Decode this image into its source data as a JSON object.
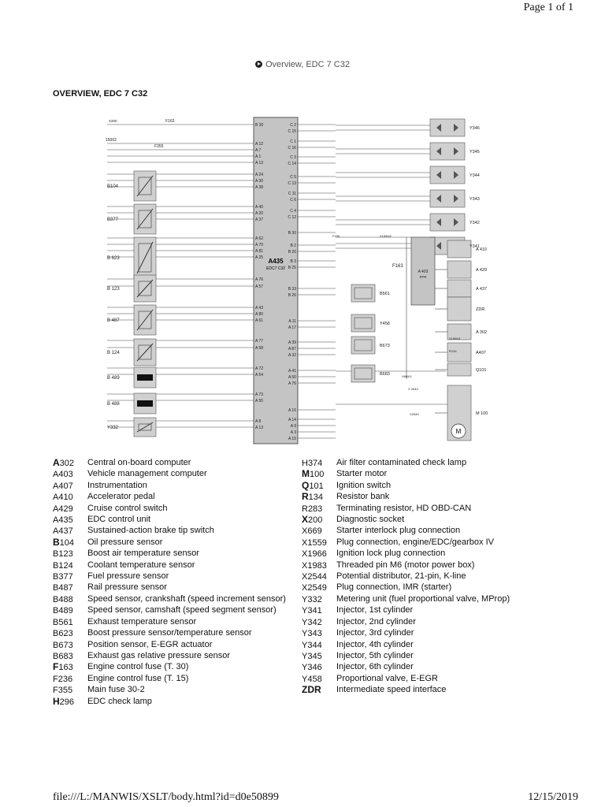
{
  "page": "Page 1 of 1",
  "breadcrumb": "Overview, EDC 7 C32",
  "heading": "OVERVIEW, EDC 7 C32",
  "footer": {
    "path": "file:///L:/MANWIS/XSLT/body.html?id=d0e50899",
    "date": "12/15/2019"
  },
  "diagram": {
    "ecu_label": "A435",
    "ecu_sublabel": "EDC7 C32",
    "ecu_pins_left": [
      "B 30",
      "A 12",
      "A 7",
      "A 1",
      "A 13",
      "A 24",
      "A 30",
      "A 38",
      "A 40",
      "A 20",
      "A 37",
      "A 62",
      "A 70",
      "A 81",
      "A 25",
      "A 76",
      "A 57",
      "A 43",
      "A 80",
      "A 61",
      "A 77",
      "A 58",
      "A 72",
      "A 54",
      "A 73",
      "A 55",
      "A 8",
      "A 13"
    ],
    "ecu_pins_right": [
      "C 2",
      "C 15",
      "C 1",
      "C 16",
      "C 3",
      "C 14",
      "C 5",
      "C 13",
      "C 11",
      "C 6",
      "C 4",
      "C 12",
      "B 30",
      "B 2",
      "B 20",
      "B 3",
      "B 25",
      "B 33",
      "B 26",
      "A 11",
      "A 17",
      "A 39",
      "A 87",
      "A 32",
      "A 41",
      "A 50",
      "A 76",
      "A 16",
      "A 14",
      "A 9",
      "A 3",
      "A 15"
    ],
    "components_left": [
      "B104",
      "B377",
      "B 623",
      "B 123",
      "B 487",
      "B 124",
      "B 489",
      "B 488",
      "Y332"
    ],
    "components_right": [
      "Y346",
      "Y345",
      "Y344",
      "Y343",
      "Y342",
      "Y341",
      "A 410",
      "A 429",
      "A 437",
      "ZDR",
      "A 302",
      "A407",
      "Q101",
      "M 100",
      "B561",
      "Y458",
      "B673",
      "B683"
    ],
    "misc_labels": [
      "A 403",
      "FFR",
      "X200",
      "15002",
      "F355",
      "F163",
      "F236",
      "X1559/2",
      "X 2544",
      "X2549",
      "X1983",
      "X669/1",
      "X1966/1",
      "R134",
      "H296",
      "H374"
    ]
  },
  "legend_left": [
    {
      "code_b": "A",
      "code": "302",
      "desc": "Central on-board computer"
    },
    {
      "code_b": "",
      "code": "A403",
      "desc": "Vehicle management computer"
    },
    {
      "code_b": "",
      "code": "A407",
      "desc": "Instrumentation"
    },
    {
      "code_b": "",
      "code": "A410",
      "desc": "Accelerator pedal"
    },
    {
      "code_b": "",
      "code": "A429",
      "desc": "Cruise control switch"
    },
    {
      "code_b": "",
      "code": "A435",
      "desc": "EDC control unit"
    },
    {
      "code_b": "",
      "code": "A437",
      "desc": "Sustained-action brake tip switch"
    },
    {
      "code_b": "B",
      "code": "104",
      "desc": "Oil pressure sensor"
    },
    {
      "code_b": "",
      "code": "B123",
      "desc": "Boost air temperature sensor"
    },
    {
      "code_b": "",
      "code": "B124",
      "desc": "Coolant temperature sensor"
    },
    {
      "code_b": "",
      "code": "B377",
      "desc": "Fuel pressure sensor"
    },
    {
      "code_b": "",
      "code": "B487",
      "desc": "Rail pressure sensor"
    },
    {
      "code_b": "",
      "code": "B488",
      "desc": "Speed sensor, crankshaft (speed increment sensor)"
    },
    {
      "code_b": "",
      "code": "B489",
      "desc": "Speed sensor, camshaft (speed segment sensor)"
    },
    {
      "code_b": "",
      "code": "B561",
      "desc": "Exhaust temperature sensor"
    },
    {
      "code_b": "",
      "code": "B623",
      "desc": "Boost pressure sensor/temperature sensor"
    },
    {
      "code_b": "",
      "code": "B673",
      "desc": "Position sensor, E-EGR actuator"
    },
    {
      "code_b": "",
      "code": "B683",
      "desc": "Exhaust gas relative pressure sensor"
    },
    {
      "code_b": "F",
      "code": "163",
      "desc": "Engine control fuse (T. 30)"
    },
    {
      "code_b": "",
      "code": "F236",
      "desc": "Engine control fuse (T. 15)"
    },
    {
      "code_b": "",
      "code": "F355",
      "desc": "Main fuse 30-2"
    },
    {
      "code_b": "H",
      "code": "296",
      "desc": "EDC check lamp"
    }
  ],
  "legend_right": [
    {
      "code_b": "",
      "code": "H374",
      "desc": "Air filter contaminated check lamp"
    },
    {
      "code_b": "M",
      "code": "100",
      "desc": "Starter motor"
    },
    {
      "code_b": "Q",
      "code": "101",
      "desc": "Ignition switch"
    },
    {
      "code_b": "R",
      "code": "134",
      "desc": "Resistor bank"
    },
    {
      "code_b": "",
      "code": "R283",
      "desc": "Terminating resistor, HD OBD-CAN"
    },
    {
      "code_b": "X",
      "code": "200",
      "desc": "Diagnostic socket"
    },
    {
      "code_b": "",
      "code": "X669",
      "desc": "Starter interlock plug connection"
    },
    {
      "code_b": "",
      "code": "X1559",
      "desc": "Plug connection, engine/EDC/gearbox IV"
    },
    {
      "code_b": "",
      "code": "X1966",
      "desc": "Ignition lock plug connection"
    },
    {
      "code_b": "",
      "code": "X1983",
      "desc": "Threaded pin M6 (motor power box)"
    },
    {
      "code_b": "",
      "code": "X2544",
      "desc": "Potential distributor, 21-pin, K-line"
    },
    {
      "code_b": "",
      "code": "X2549",
      "desc": "Plug connection, IMR (starter)"
    },
    {
      "code_b": "",
      "code": "Y332",
      "desc": "Metering unit (fuel proportional valve, MProp)"
    },
    {
      "code_b": "",
      "code": "Y341",
      "desc": "Injector, 1st cylinder"
    },
    {
      "code_b": "",
      "code": "Y342",
      "desc": "Injector, 2nd cylinder"
    },
    {
      "code_b": "",
      "code": "Y343",
      "desc": "Injector, 3rd cylinder"
    },
    {
      "code_b": "",
      "code": "Y344",
      "desc": "Injector, 4th cylinder"
    },
    {
      "code_b": "",
      "code": "Y345",
      "desc": "Injector, 5th cylinder"
    },
    {
      "code_b": "",
      "code": "Y346",
      "desc": "Injector, 6th cylinder"
    },
    {
      "code_b": "",
      "code": "Y458",
      "desc": "Proportional valve, E-EGR"
    },
    {
      "code_b": "ZDR",
      "code": "",
      "desc": "Intermediate speed interface"
    }
  ]
}
